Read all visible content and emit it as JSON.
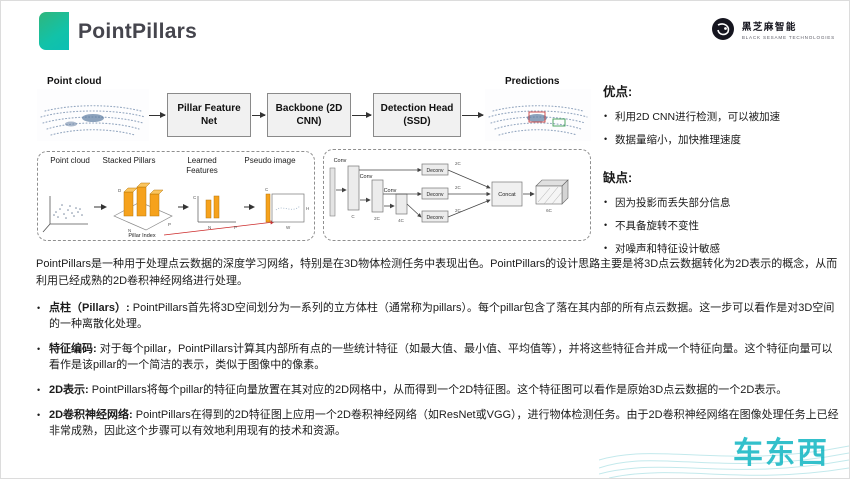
{
  "header": {
    "title": "PointPillars",
    "brand": {
      "name_cn": "黑芝麻智能",
      "name_en": "BLACK SESAME TECHNOLOGIES"
    }
  },
  "diagram": {
    "point_cloud_label": "Point cloud",
    "predictions_label": "Predictions",
    "flow": [
      "Pillar Feature Net",
      "Backbone (2D CNN)",
      "Detection Head (SSD)"
    ],
    "mini": {
      "cols": [
        "Point cloud",
        "Stacked Pillars",
        "Learned Features",
        "Pseudo image"
      ],
      "pillar_index": "Pillar Index",
      "axes": {
        "d": "D",
        "p": "P",
        "n": "N",
        "c": "C",
        "h": "H",
        "w": "W"
      }
    },
    "net": {
      "conv": "Conv",
      "deconv": "Deconv",
      "concat": "Concat",
      "ch1": "C",
      "ch2": "2C",
      "ch3": "4C",
      "dch": "2C",
      "out": "6C"
    }
  },
  "pros": {
    "title": "优点:",
    "items": [
      "利用2D CNN进行检测，可以被加速",
      "数据量缩小，加快推理速度"
    ]
  },
  "cons": {
    "title": "缺点:",
    "items": [
      "因为投影而丢失部分信息",
      "不具备旋转不变性",
      "对噪声和特征设计敏感"
    ]
  },
  "body": {
    "intro": "PointPillars是一种用于处理点云数据的深度学习网络，特别是在3D物体检测任务中表现出色。PointPillars的设计思路主要是将3D点云数据转化为2D表示的概念，从而利用已经成熟的2D卷积神经网络进行处理。",
    "bullets": [
      {
        "term": "点柱（Pillars）:",
        "text": " PointPillars首先将3D空间划分为一系列的立方体柱（通常称为pillars）。每个pillar包含了落在其内部的所有点云数据。这一步可以看作是对3D空间的一种离散化处理。"
      },
      {
        "term": "特征编码:",
        "text": " 对于每个pillar，PointPillars计算其内部所有点的一些统计特征（如最大值、最小值、平均值等），并将这些特征合并成一个特征向量。这个特征向量可以看作是该pillar的一个简洁的表示，类似于图像中的像素。"
      },
      {
        "term": "2D表示:",
        "text": " PointPillars将每个pillar的特征向量放置在其对应的2D网格中，从而得到一个2D特征图。这个特征图可以看作是原始3D点云数据的一个2D表示。"
      },
      {
        "term": "2D卷积神经网络:",
        "text": " PointPillars在得到的2D特征图上应用一个2D卷积神经网络（如ResNet或VGG），进行物体检测任务。由于2D卷积神经网络在图像处理任务上已经非常成熟，因此这个步骤可以有效地利用现有的技术和资源。"
      }
    ]
  },
  "watermark": "车东西"
}
